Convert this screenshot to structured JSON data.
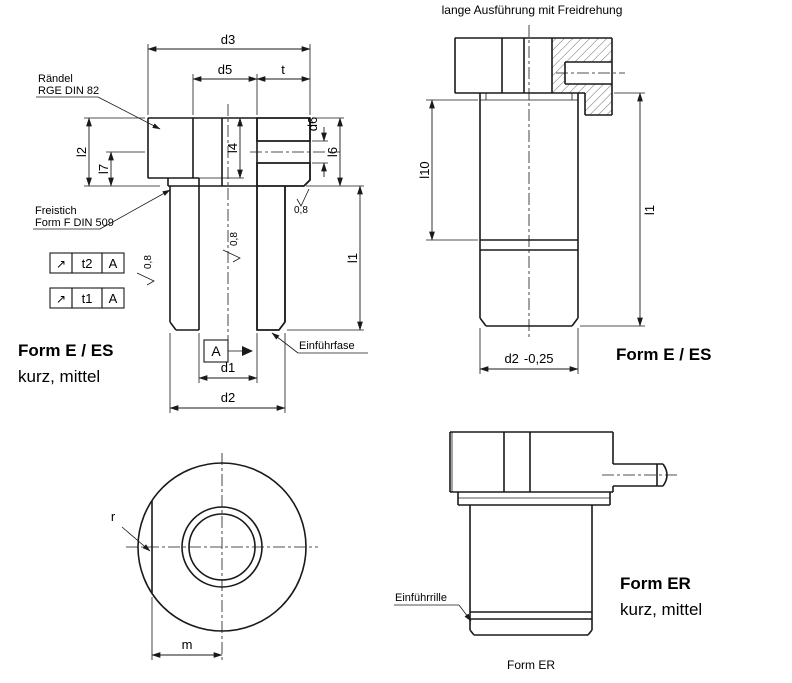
{
  "page": {
    "background": "#ffffff",
    "line_color": "#1a1a1a"
  },
  "views": {
    "es_short": {
      "title": "Form E / ES",
      "subtitle": "kurz, mittel",
      "dims": {
        "d3": "d3",
        "d5": "d5",
        "t": "t",
        "l2": "l2",
        "l7": "l7",
        "l4": "l4",
        "d6": "d6",
        "l6": "l6",
        "l1": "l1",
        "d1": "d1",
        "d2": "d2"
      },
      "notes": {
        "knurl_line1": "Rändel",
        "knurl_line2": "RGE DIN 82",
        "undercut_line1": "Freistich",
        "undercut_line2": "Form F DIN 509",
        "chamfer": "Einführfase",
        "datum_label": "A",
        "surface_roughness": "0,8"
      },
      "tolerance_frames": [
        {
          "symbol": "↗",
          "value": "t2",
          "datum": "A"
        },
        {
          "symbol": "↗",
          "value": "t1",
          "datum": "A"
        }
      ]
    },
    "es_long": {
      "header": "lange Ausführung mit Freidrehung",
      "title": "Form E / ES",
      "dims": {
        "l10": "l10",
        "l1": "l1",
        "d2": "d2",
        "d2_tolerance": "-0,25"
      }
    },
    "front": {
      "dims": {
        "r": "r",
        "m": "m"
      }
    },
    "er": {
      "title": "Form ER",
      "subtitle": "kurz, mittel",
      "caption": "Form ER",
      "note_groove": "Einführrille"
    }
  }
}
